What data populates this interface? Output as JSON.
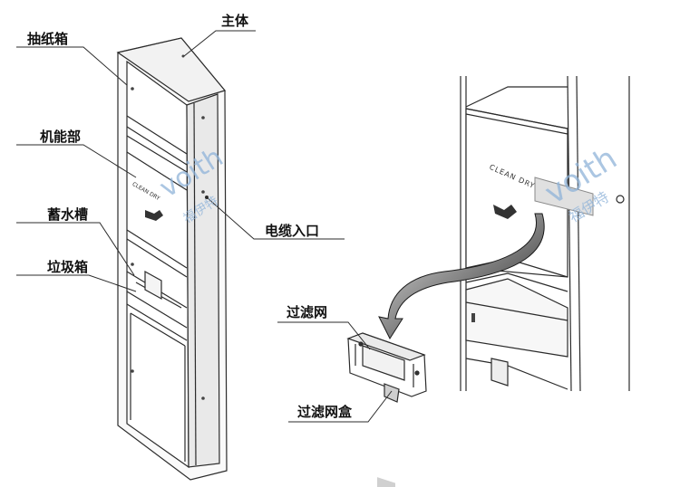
{
  "labels": {
    "main_body": "主体",
    "paper_box": "抽纸箱",
    "machine_unit": "机能部",
    "water_tray": "蓄水槽",
    "trash_box": "垃圾箱",
    "cable_inlet": "电缆入口",
    "filter_net": "过滤网",
    "filter_box": "过滤网盒"
  },
  "device_text": {
    "brand_left": "CLEAN DRY",
    "brand_right": "CLEAN DRY"
  },
  "watermark": {
    "latin": "voith",
    "chinese": "福伊特"
  },
  "colors": {
    "line": "#2b2b2b",
    "panel": "#f4f4f4",
    "accent_gray": "#bdbdbd",
    "arrow": "#333333",
    "watermark": "#8fb3d9"
  }
}
